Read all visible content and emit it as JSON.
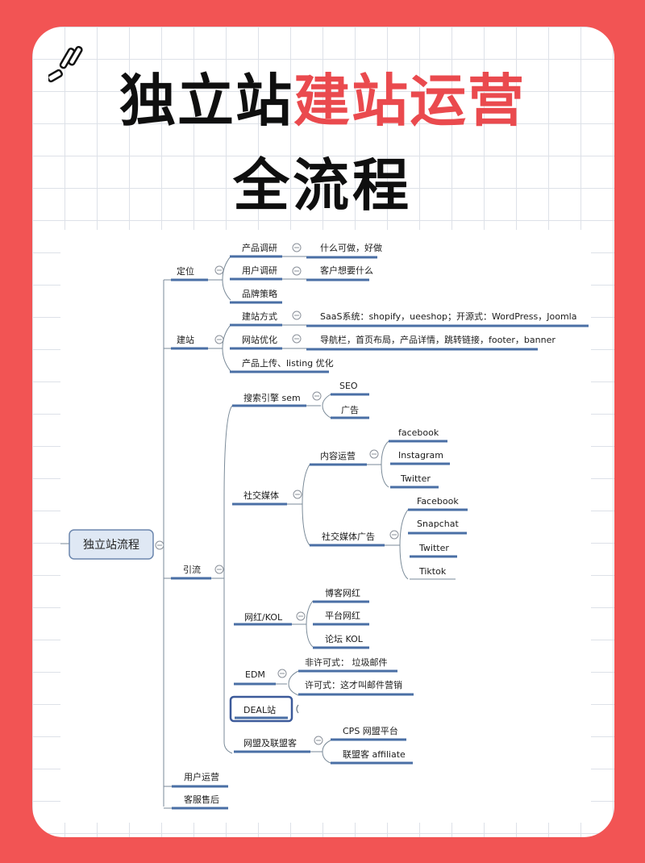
{
  "poster": {
    "title_black": "独立站",
    "title_red": "建站运营",
    "subtitle": "全流程",
    "colors": {
      "background": "#f25454",
      "accent_red": "#ea4a4e",
      "line_blue": "#4a6fa5",
      "root_fill": "#dfe8f4"
    }
  },
  "mindmap": {
    "root": "独立站流程",
    "branches": [
      {
        "label": "定位",
        "children": [
          {
            "label": "产品调研",
            "children": [
              {
                "label": "什么可做，好做"
              }
            ]
          },
          {
            "label": "用户调研",
            "children": [
              {
                "label": "客户想要什么"
              }
            ]
          },
          {
            "label": "品牌策略"
          }
        ]
      },
      {
        "label": "建站",
        "children": [
          {
            "label": "建站方式",
            "children": [
              {
                "label": "SaaS系统：shopify，ueeshop；开源式：WordPress，Joomla"
              }
            ]
          },
          {
            "label": "网站优化",
            "children": [
              {
                "label": "导航栏，首页布局，产品详情，跳转链接，footer，banner"
              }
            ]
          },
          {
            "label": "产品上传、listing 优化"
          }
        ]
      },
      {
        "label": "引流",
        "children": [
          {
            "label": "搜索引擎 sem",
            "children": [
              {
                "label": "SEO"
              },
              {
                "label": "广告"
              }
            ]
          },
          {
            "label": "社交媒体",
            "children": [
              {
                "label": "内容运营",
                "children": [
                  {
                    "label": "facebook"
                  },
                  {
                    "label": "Instagram"
                  },
                  {
                    "label": "Twitter"
                  }
                ]
              },
              {
                "label": "社交媒体广告",
                "children": [
                  {
                    "label": "Facebook"
                  },
                  {
                    "label": "Snapchat"
                  },
                  {
                    "label": "Twitter"
                  },
                  {
                    "label": "Tiktok"
                  }
                ]
              }
            ]
          },
          {
            "label": "网红/KOL",
            "children": [
              {
                "label": "博客网红"
              },
              {
                "label": "平台网红"
              },
              {
                "label": "论坛 KOL"
              }
            ]
          },
          {
            "label": "EDM",
            "children": [
              {
                "label": "非许可式： 垃圾邮件"
              },
              {
                "label": "许可式：这才叫邮件营销"
              }
            ]
          },
          {
            "label": "DEAL站",
            "selected": true
          },
          {
            "label": "网盟及联盟客",
            "children": [
              {
                "label": "CPS 网盟平台"
              },
              {
                "label": "联盟客 affiliate"
              }
            ]
          }
        ]
      },
      {
        "label": "用户运营"
      },
      {
        "label": "客服售后"
      }
    ]
  }
}
